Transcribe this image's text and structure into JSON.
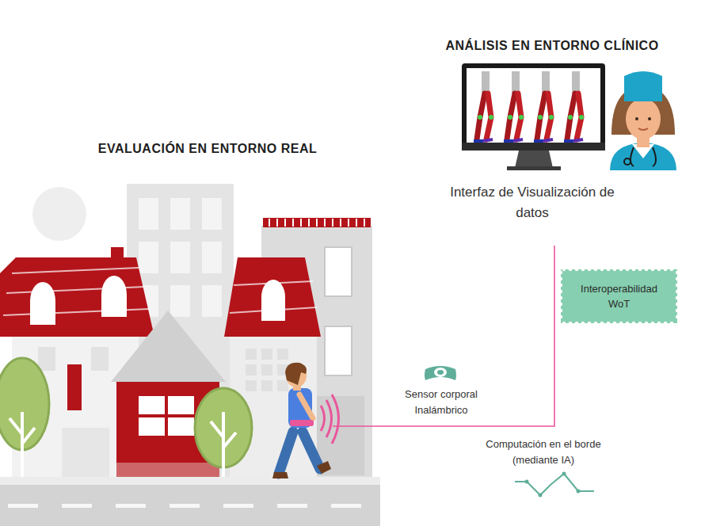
{
  "diagram": {
    "nodes": [
      {
        "text": [
          "Interoperabilidad WoT"
        ]
      }
    ],
    "labels": [
      "ANÁLISIS EN ENTORNO CLÍNICO",
      "Interfaz de Visualización de datos",
      "EVALUACIÓN EN ENTORNO REAL",
      "Sensor corporal Inalámbrico",
      "Computación en el borde (mediante IA)"
    ]
  }
}
